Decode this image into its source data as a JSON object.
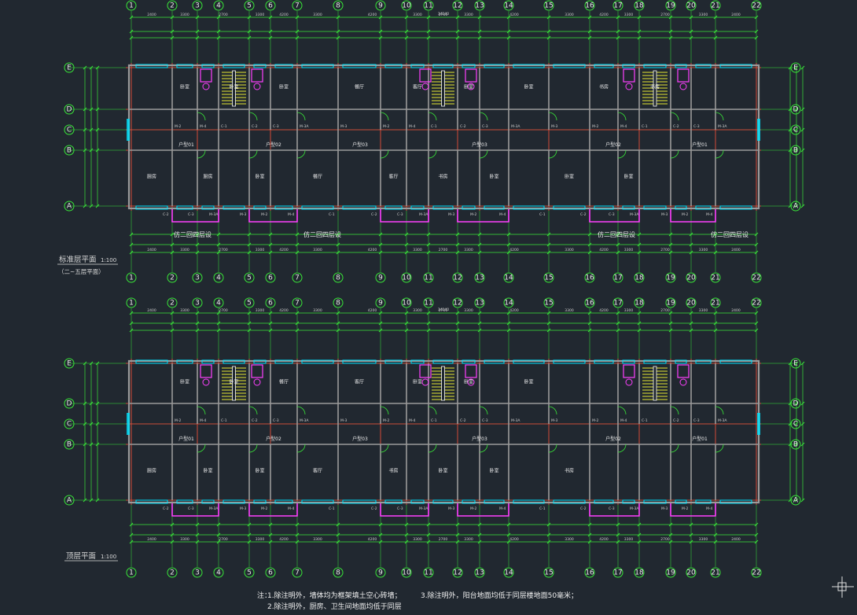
{
  "axes_columns": [
    "1",
    "2",
    "3",
    "4",
    "5",
    "6",
    "7",
    "8",
    "9",
    "10",
    "11",
    "12",
    "13",
    "14",
    "15",
    "16",
    "17",
    "18",
    "19",
    "20",
    "21",
    "22"
  ],
  "axes_rows_upper": [
    "E",
    "D",
    "C",
    "B",
    "A"
  ],
  "axes_rows_lower": [
    "E",
    "D",
    "C",
    "B",
    "A"
  ],
  "plans": [
    {
      "title": "标准层平面",
      "scale": "1:100",
      "subtitle": "（二~五层平面）"
    },
    {
      "title": "顶层平面",
      "scale": "1:100"
    }
  ],
  "overall_dim": "34140",
  "bay_dims": [
    "2400",
    "3300",
    "2700",
    "3300",
    "4200",
    "3300",
    "4200",
    "3300",
    "2700",
    "3300",
    "4200",
    "3300",
    "4200",
    "3300",
    "2700",
    "3300",
    "2400"
  ],
  "room_labels_upper": [
    "厨房",
    "卧室",
    "厨房",
    "卧室",
    "卧室",
    "卧室",
    "餐厅",
    "餐厅",
    "客厅",
    "客厅",
    "书房",
    "卧室",
    "卧室",
    "卧室",
    "卧室",
    "书房",
    "卧室",
    "书房"
  ],
  "room_labels_lower": [
    "厨房",
    "卧室",
    "卧室",
    "卧室",
    "卧室",
    "餐厅",
    "客厅",
    "客厅",
    "书房",
    "卧室",
    "卧室",
    "卧室",
    "卧室",
    "卧室",
    "书房"
  ],
  "unit_labels": [
    "户型01",
    "户型02",
    "户型03",
    "户型03",
    "户型02",
    "户型01"
  ],
  "stair_notes": [
    "仿二回四层设",
    "仿二回四层设",
    "仿二回四层设",
    "仿二回四层设"
  ],
  "door_tags": [
    "M-3",
    "M-2",
    "M-4",
    "C-1",
    "C-2",
    "C-3",
    "M-3A"
  ],
  "notes": {
    "heading": "注：",
    "n1": "1.除注明外，墙体均为框架填土空心砖墙；",
    "n2": "2.除注明外，厨房、卫生间地面均低于同层",
    "n3": "3.除注明外，阳台地面均低于同层楼地面50毫米；"
  },
  "colors": {
    "background": "#212830",
    "axis_line": "#ff3b3b",
    "wall": "#9a9a9a",
    "dimension": "#39e639",
    "window": "#00e5ff",
    "balcony": "#ff40ff",
    "stair": "#ffff33"
  }
}
